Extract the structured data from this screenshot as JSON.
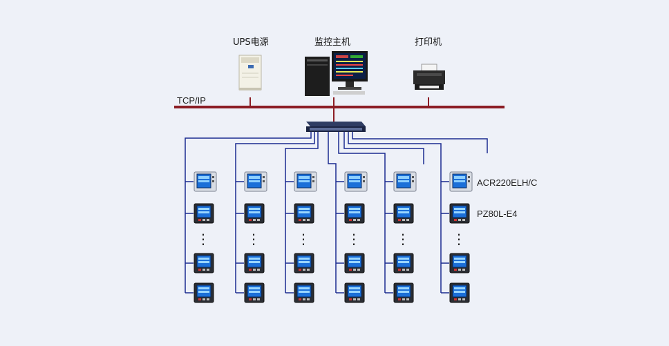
{
  "devices": {
    "ups": {
      "label": "UPS电源",
      "icon": "ups-cabinet-icon"
    },
    "host": {
      "label": "监控主机",
      "icon": "desktop-computer-icon"
    },
    "printer": {
      "label": "打印机",
      "icon": "printer-icon"
    }
  },
  "network": {
    "label": "TCP/IP",
    "switch_icon": "network-switch-icon"
  },
  "meter_models": {
    "top_row": "ACR220ELH/C",
    "other_rows": "PZ80L-E4"
  },
  "colors": {
    "bus": "#8b1c24",
    "wire": "#1a2a8f",
    "background": "#eef1f8",
    "meter_screen": "#1b6fd8"
  },
  "meter_columns": 6,
  "meter_rows_per_column": 4,
  "ellipsis_glyph": "⋮"
}
